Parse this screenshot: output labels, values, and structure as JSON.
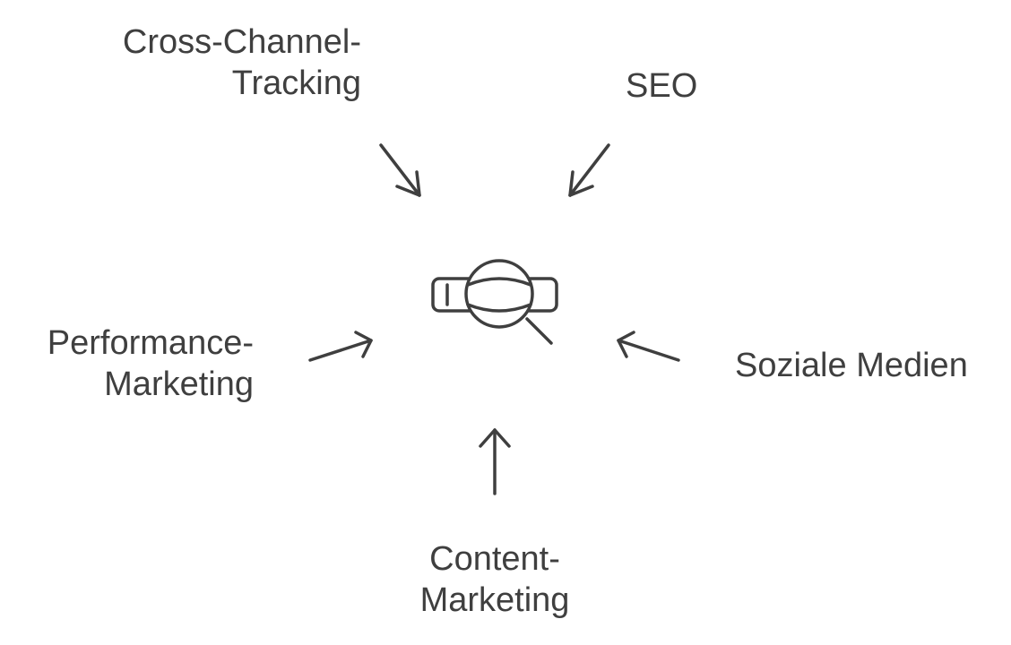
{
  "diagram": {
    "center_icon": "vr-headset-magnifier-icon",
    "nodes": [
      {
        "id": "cross_channel",
        "lines": [
          "Cross-Channel-",
          "Tracking"
        ]
      },
      {
        "id": "seo",
        "lines": [
          "SEO"
        ]
      },
      {
        "id": "performance",
        "lines": [
          "Performance-",
          "Marketing"
        ]
      },
      {
        "id": "social",
        "lines": [
          "Soziale Medien"
        ]
      },
      {
        "id": "content",
        "lines": [
          "Content-",
          "Marketing"
        ]
      }
    ],
    "colors": {
      "stroke": "#3f3f3f",
      "background": "#ffffff"
    }
  }
}
